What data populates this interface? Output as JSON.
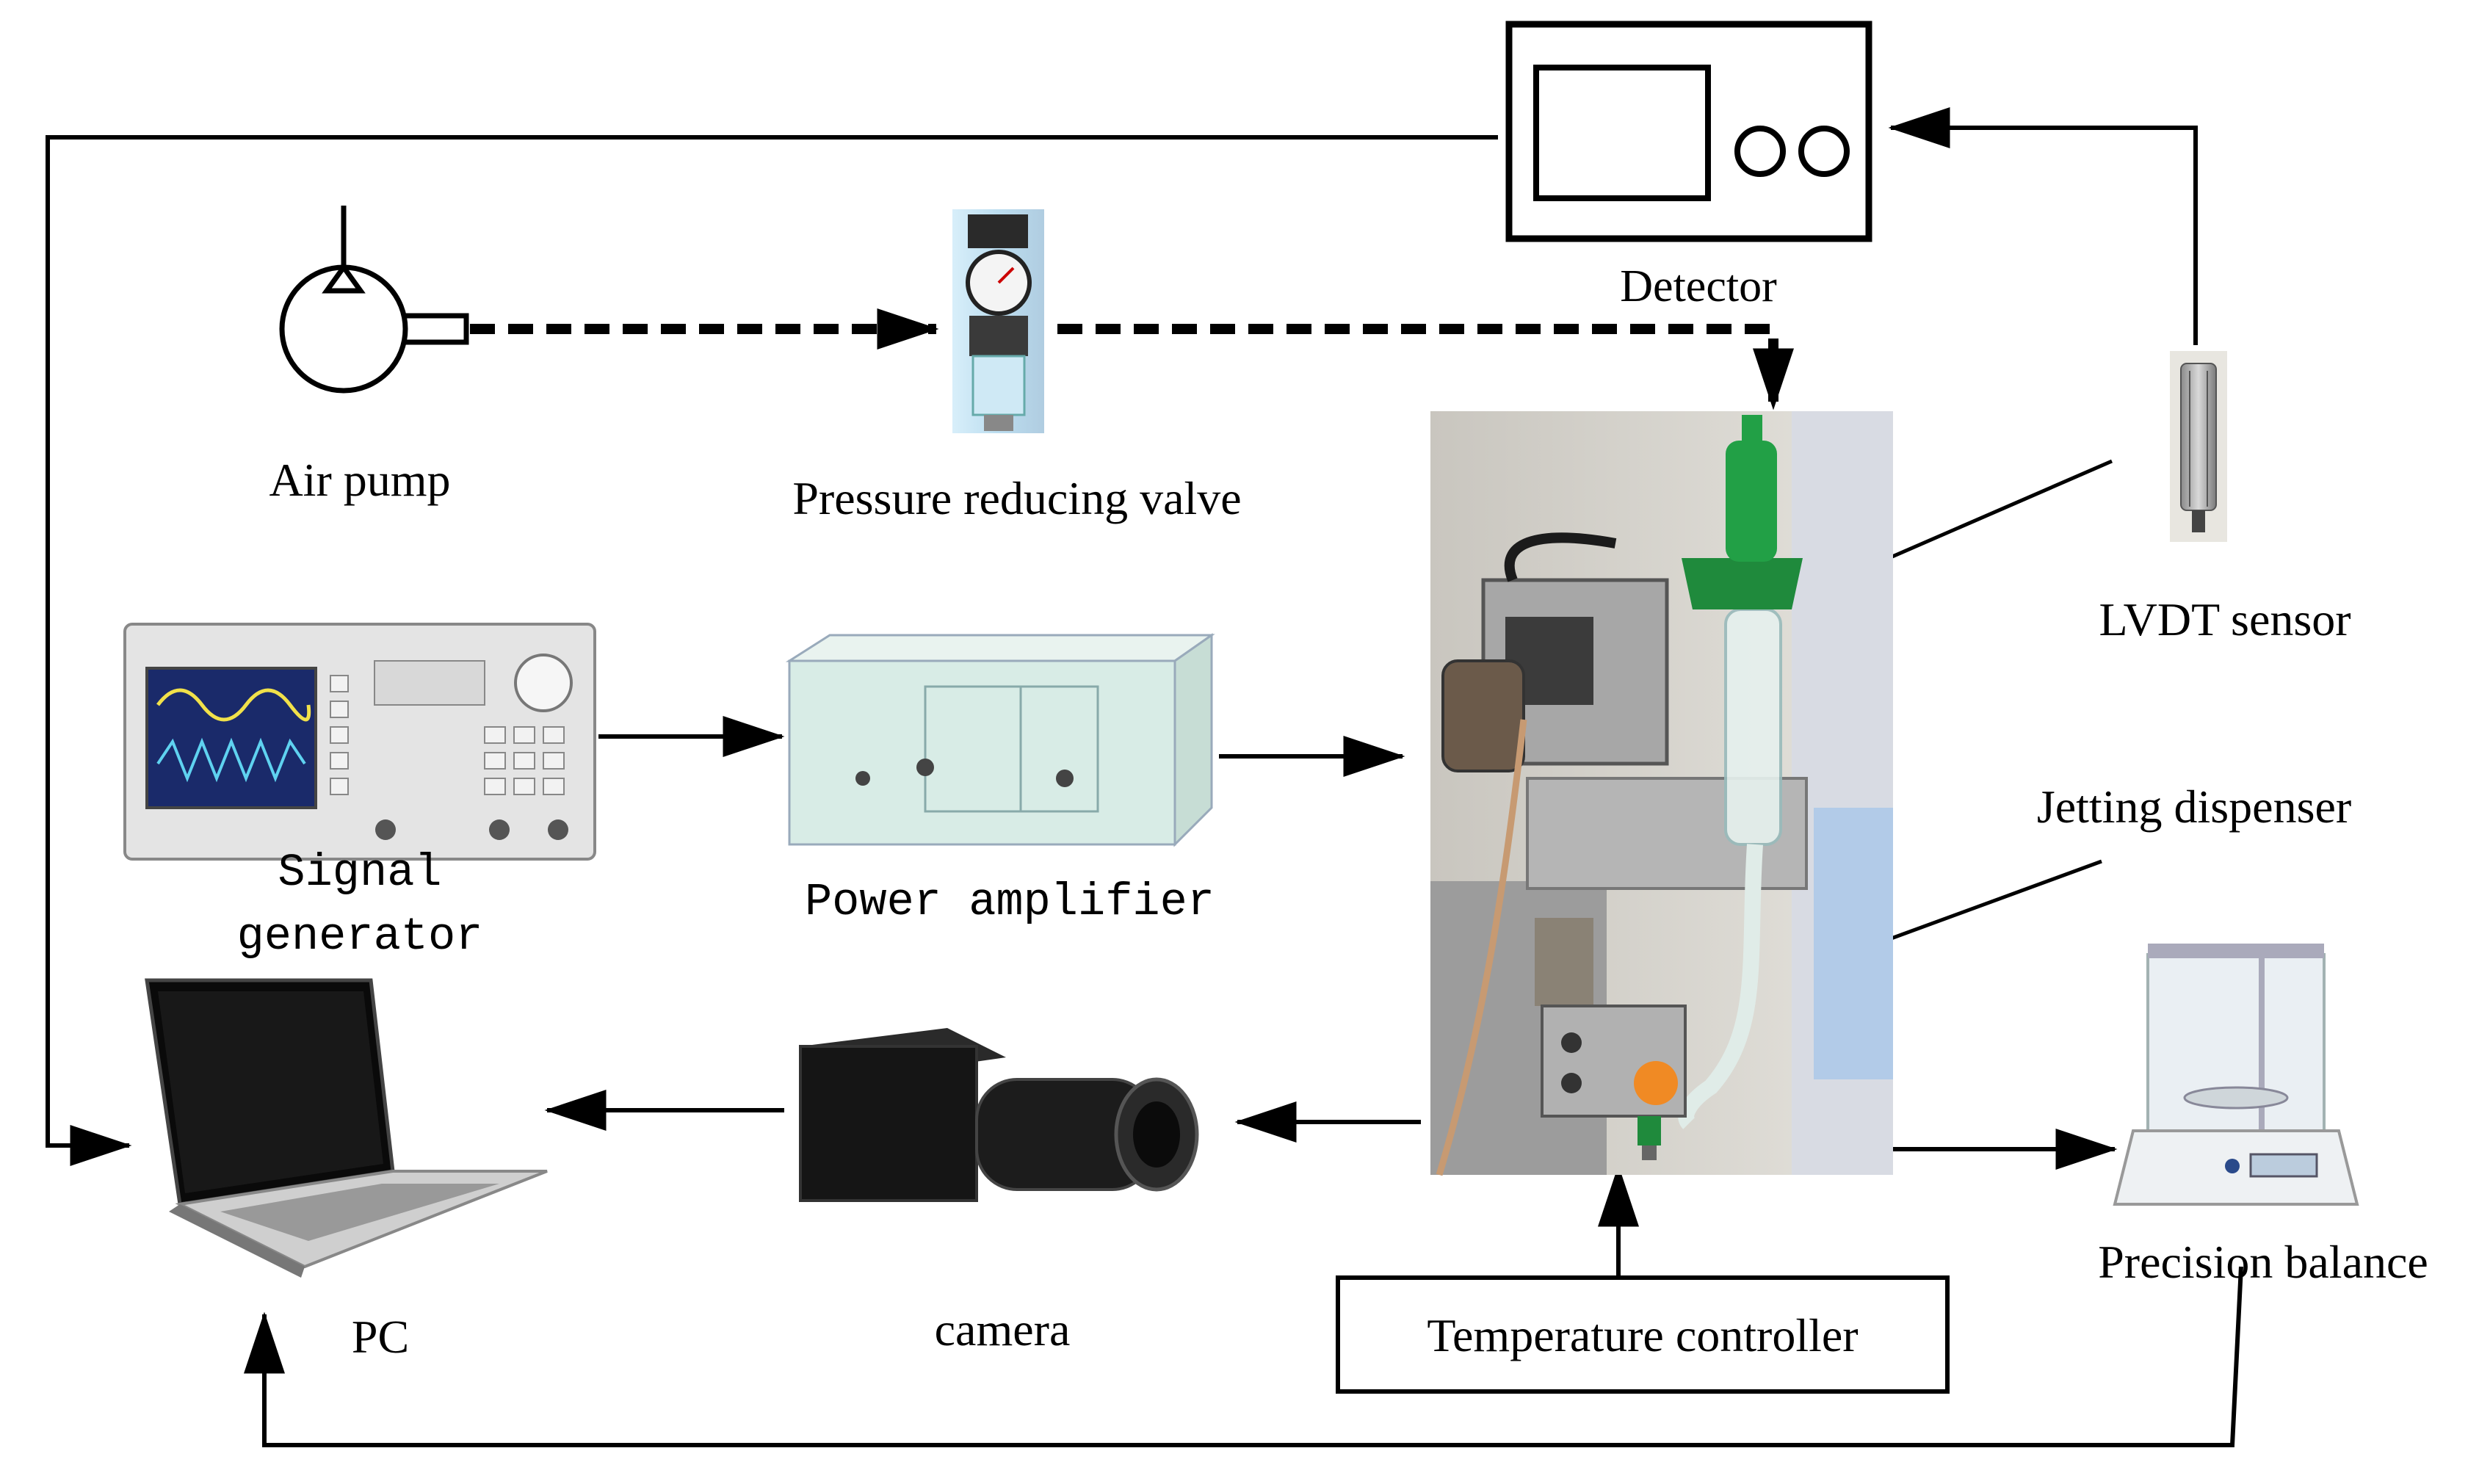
{
  "labels": {
    "detector": "Detector",
    "air_pump": "Air pump",
    "pressure_valve": "Pressure reducing valve",
    "lvdt_sensor": "LVDT sensor",
    "jetting_dispenser": "Jetting dispenser",
    "signal_generator_line1": "Signal",
    "signal_generator_line2": "generator",
    "power_amplifier": "Power amplifier",
    "pc": "PC",
    "camera": "camera",
    "temperature_controller": "Temperature controller",
    "precision_balance": "Precision balance"
  },
  "colors": {
    "line": "#000000",
    "valve_blue": "#4aa8d8",
    "nozzle_green": "#1f8a3c",
    "amplifier_body": "#d8ece6",
    "generator_screen": "#1a2a6a"
  }
}
